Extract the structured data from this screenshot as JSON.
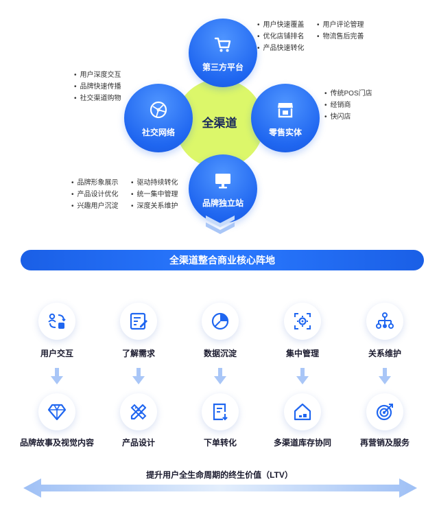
{
  "hub": {
    "label": "全渠道"
  },
  "nodes": {
    "top": {
      "label": "第三方平台",
      "icon": "shopping-cart-icon"
    },
    "left": {
      "label": "社交网络",
      "icon": "globe-network-icon"
    },
    "right": {
      "label": "零售实体",
      "icon": "storefront-icon"
    },
    "bottom": {
      "label": "品牌独立站",
      "icon": "monitor-icon"
    }
  },
  "bullets": {
    "top_col1": [
      "用户快速覆盖",
      "优化店铺排名",
      "产品快速转化"
    ],
    "top_col2": [
      "用户评论管理",
      "物流售后完善"
    ],
    "left": [
      "用户深度交互",
      "品牌快速传播",
      "社交渠道购物"
    ],
    "right": [
      "传统POS门店",
      "经销商",
      "快闪店"
    ],
    "bottom_col1": [
      "品牌形象展示",
      "产品设计优化",
      "兴趣用户沉淀"
    ],
    "bottom_col2": [
      "驱动持续转化",
      "统一集中管理",
      "深度关系维护"
    ]
  },
  "banner": {
    "text": "全渠道整合商业核心阵地"
  },
  "grid": {
    "top_row": [
      {
        "label": "用户交互",
        "icon": "user-interaction-icon"
      },
      {
        "label": "了解需求",
        "icon": "edit-form-icon"
      },
      {
        "label": "数据沉淀",
        "icon": "pie-chart-icon"
      },
      {
        "label": "集中管理",
        "icon": "gear-focus-icon"
      },
      {
        "label": "关系维护",
        "icon": "hierarchy-icon"
      }
    ],
    "bottom_row": [
      {
        "label": "品牌故事及视觉内容",
        "icon": "diamond-icon"
      },
      {
        "label": "产品设计",
        "icon": "design-tools-icon"
      },
      {
        "label": "下单转化",
        "icon": "order-download-icon"
      },
      {
        "label": "多渠道库存协同",
        "icon": "warehouse-home-icon"
      },
      {
        "label": "再营销及服务",
        "icon": "target-icon"
      }
    ]
  },
  "ltv": {
    "label": "提升用户全生命周期的终生价值（LTV）"
  },
  "colors": {
    "primary": "#1f66f0",
    "hub": "#dcf76a",
    "arrow_light": "#c7dbfb",
    "text_dark": "#1a1a2e"
  }
}
